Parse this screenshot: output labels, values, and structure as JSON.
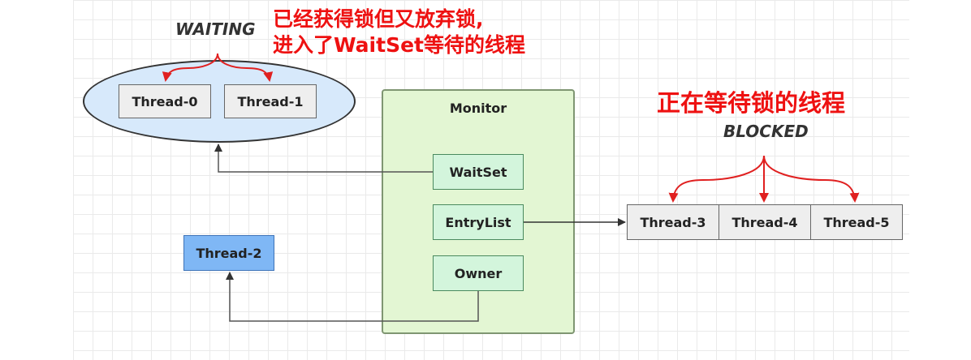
{
  "waiting": {
    "state_label": "WAITING",
    "note_line1": "已经获得锁但又放弃锁,",
    "note_line2": "进入了WaitSet等待的线程",
    "threads": [
      "Thread-0",
      "Thread-1"
    ]
  },
  "monitor": {
    "title": "Monitor",
    "waitset": "WaitSet",
    "entrylist": "EntryList",
    "owner": "Owner"
  },
  "owner_thread": "Thread-2",
  "blocked": {
    "note": "正在等待锁的线程",
    "state_label": "BLOCKED",
    "threads": [
      "Thread-3",
      "Thread-4",
      "Thread-5"
    ]
  },
  "colors": {
    "note_red": "#ee1111",
    "waiting_fill": "#d7e9fb",
    "monitor_fill": "#e3f6d3",
    "slot_fill": "#d3f5dc",
    "owner_thread_fill": "#7fb7f5",
    "thread_fill": "#eeeeee"
  }
}
